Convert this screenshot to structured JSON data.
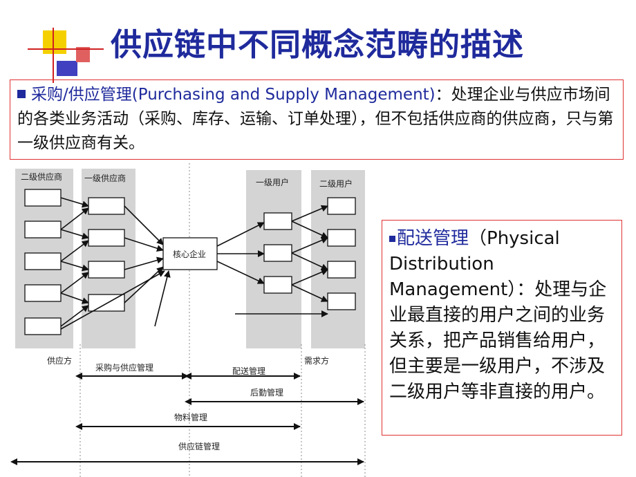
{
  "title": "供应链中不同概念范畴的描述",
  "box1": {
    "heading": "采购/供应管理(Purchasing and Supply Management)",
    "text": "：处理企业与供应市场间的各类业务活动（采购、库存、运输、订单处理），但不包括供应商的供应商，只与第一级供应商有关。"
  },
  "box2": {
    "heading": "配送管理",
    "text": "（Physical Distribution Management）：处理与企业最直接的用户之间的业务关系，把产品销售给用户，但主要是一级用户，不涉及二级用户等非直接的用户。"
  },
  "diagram": {
    "col_second_supplier": "二级供应商",
    "col_first_supplier": "一级供应商",
    "col_first_user": "一级用户",
    "col_second_user": "二级用户",
    "core": "核心企业",
    "supply_side": "供应方",
    "demand_side": "需求方",
    "purchasing_mgmt": "采购与供应管理",
    "distribution_mgmt": "配送管理",
    "logistics_mgmt": "后勤管理",
    "materials_mgmt": "物料管理",
    "scm": "供应链管理"
  },
  "colors": {
    "title": "#1f2a9c",
    "border": "#e03030",
    "deco_yellow": "#f5d000",
    "deco_blue": "#2a2ab0",
    "deco_red": "#d02020"
  }
}
